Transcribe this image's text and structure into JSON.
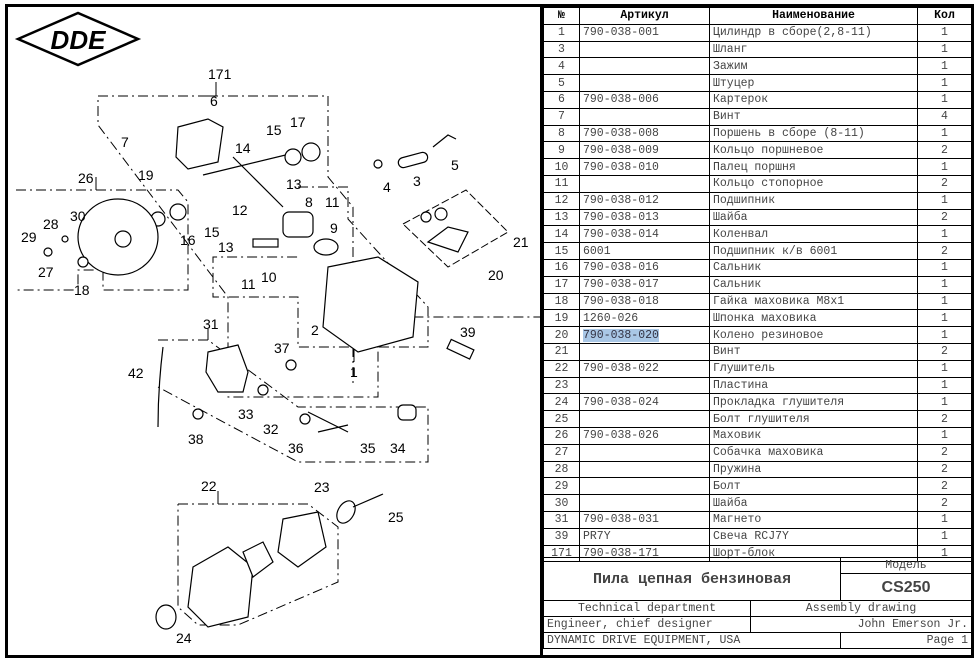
{
  "logo": {
    "text": "DDE"
  },
  "drawing": {
    "callouts": [
      "171",
      "6",
      "7",
      "17",
      "15",
      "14",
      "19",
      "13",
      "8",
      "11",
      "12",
      "16",
      "15",
      "13",
      "9",
      "10",
      "11",
      "26",
      "28",
      "30",
      "29",
      "27",
      "18",
      "4",
      "3",
      "5",
      "21",
      "20",
      "2",
      "1",
      "39",
      "31",
      "37",
      "42",
      "33",
      "32",
      "36",
      "35",
      "34",
      "38",
      "22",
      "23",
      "25",
      "24"
    ]
  },
  "parts_table": {
    "headers": {
      "num": "№",
      "article": "Артикул",
      "name": "Наименование",
      "qty": "Кол"
    },
    "rows": [
      {
        "num": "1",
        "article": "790-038-001",
        "name": "Цилиндр в сборе(2,8-11)",
        "qty": "1"
      },
      {
        "num": "3",
        "article": "",
        "name": "Шланг",
        "qty": "1"
      },
      {
        "num": "4",
        "article": "",
        "name": "Зажим",
        "qty": "1"
      },
      {
        "num": "5",
        "article": "",
        "name": "Штуцер",
        "qty": "1"
      },
      {
        "num": "6",
        "article": "790-038-006",
        "name": "Картерок",
        "qty": "1"
      },
      {
        "num": "7",
        "article": "",
        "name": "Винт",
        "qty": "4"
      },
      {
        "num": "8",
        "article": "790-038-008",
        "name": "Поршень в сборе (8-11)",
        "qty": "1"
      },
      {
        "num": "9",
        "article": "790-038-009",
        "name": "Кольцо поршневое",
        "qty": "2"
      },
      {
        "num": "10",
        "article": "790-038-010",
        "name": "Палец поршня",
        "qty": "1"
      },
      {
        "num": "11",
        "article": "",
        "name": "Кольцо стопорное",
        "qty": "2"
      },
      {
        "num": "12",
        "article": "790-038-012",
        "name": "Подшипник",
        "qty": "1"
      },
      {
        "num": "13",
        "article": "790-038-013",
        "name": "Шайба",
        "qty": "2"
      },
      {
        "num": "14",
        "article": "790-038-014",
        "name": "Коленвал",
        "qty": "1"
      },
      {
        "num": "15",
        "article": "6001",
        "name": "Подшипник к/в 6001",
        "qty": "2"
      },
      {
        "num": "16",
        "article": "790-038-016",
        "name": "Сальник",
        "qty": "1"
      },
      {
        "num": "17",
        "article": "790-038-017",
        "name": "Сальник",
        "qty": "1"
      },
      {
        "num": "18",
        "article": "790-038-018",
        "name": "Гайка маховика M8x1",
        "qty": "1"
      },
      {
        "num": "19",
        "article": "1260-026",
        "name": "Шпонка маховика",
        "qty": "1"
      },
      {
        "num": "20",
        "article": "790-038-020",
        "name": "Колено резиновое",
        "qty": "1",
        "highlighted": true
      },
      {
        "num": "21",
        "article": "",
        "name": "Винт",
        "qty": "2"
      },
      {
        "num": "22",
        "article": "790-038-022",
        "name": "Глушитель",
        "qty": "1"
      },
      {
        "num": "23",
        "article": "",
        "name": "Пластина",
        "qty": "1"
      },
      {
        "num": "24",
        "article": "790-038-024",
        "name": "Прокладка глушителя",
        "qty": "1"
      },
      {
        "num": "25",
        "article": "",
        "name": "Болт глушителя",
        "qty": "2"
      },
      {
        "num": "26",
        "article": "790-038-026",
        "name": "Маховик",
        "qty": "1"
      },
      {
        "num": "27",
        "article": "",
        "name": "Собачка маховика",
        "qty": "2"
      },
      {
        "num": "28",
        "article": "",
        "name": "Пружина",
        "qty": "2"
      },
      {
        "num": "29",
        "article": "",
        "name": "Болт",
        "qty": "2"
      },
      {
        "num": "30",
        "article": "",
        "name": "Шайба",
        "qty": "2"
      },
      {
        "num": "31",
        "article": "790-038-031",
        "name": "Магнето",
        "qty": "1"
      },
      {
        "num": "39",
        "article": "PR7Y",
        "name": "Свеча RCJ7Y",
        "qty": "1"
      },
      {
        "num": "171",
        "article": "790-038-171",
        "name": "Шорт-блок",
        "qty": "1"
      }
    ]
  },
  "title_block": {
    "product_name": "Пила цепная бензиновая",
    "model_label": "Модель",
    "model": "CS250",
    "department": "Technical department",
    "doc_type": "Assembly drawing",
    "role": "Engineer, chief designer",
    "person": "John Emerson Jr.",
    "company": "DYNAMIC DRIVE EQUIPMENT, USA",
    "page": "Page 1"
  },
  "colors": {
    "highlight": "#a9c7e6",
    "border": "#000000",
    "text": "#444444"
  }
}
